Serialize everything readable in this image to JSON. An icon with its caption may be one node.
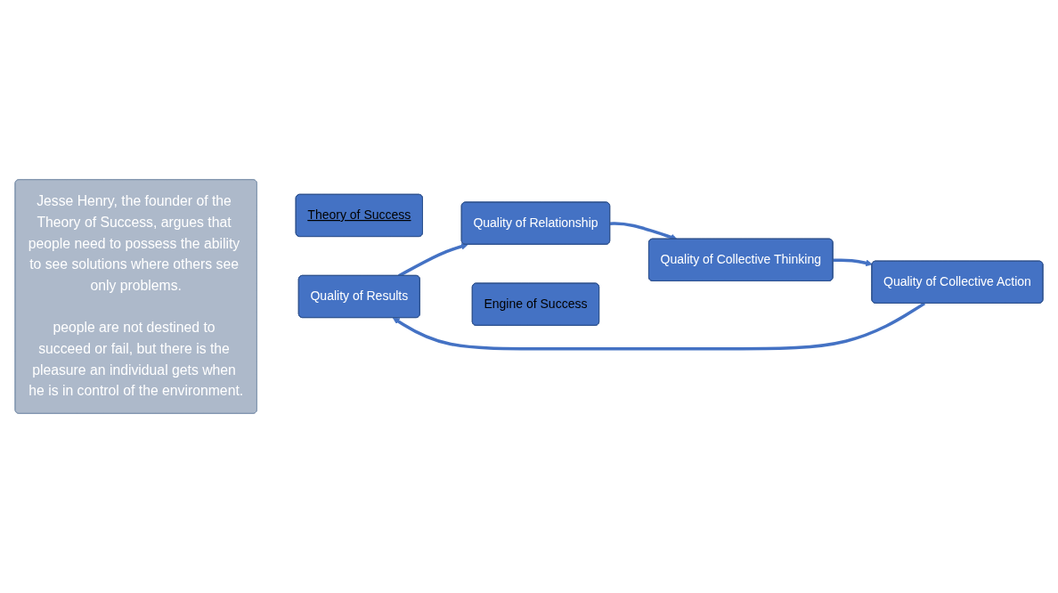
{
  "diagram": {
    "nodes": [
      {
        "text": [
          "Jesse Henry, the founder of the Theory of Success, argues that people need to possess the ability to see solutions where others see only problems.",
          "people are not destined to succeed or fail, but there is the pleasure an individual gets when he is in control of the environment."
        ]
      },
      {
        "text": [
          "Theory of Success"
        ]
      },
      {
        "text": [
          "Quality of Relationship"
        ]
      },
      {
        "text": [
          "Quality of Collective Thinking"
        ]
      },
      {
        "text": [
          "Quality of Collective Action"
        ]
      },
      {
        "text": [
          "Quality of Results"
        ]
      },
      {
        "text": [
          "Engine of Success"
        ]
      }
    ],
    "edges": [
      {
        "from": 2,
        "to": 3,
        "arrow": "to"
      },
      {
        "from": 3,
        "to": 4,
        "arrow": "to"
      },
      {
        "from": 4,
        "to": 5,
        "arrow": "to"
      },
      {
        "from": 5,
        "to": 2,
        "arrow": "to"
      }
    ]
  }
}
